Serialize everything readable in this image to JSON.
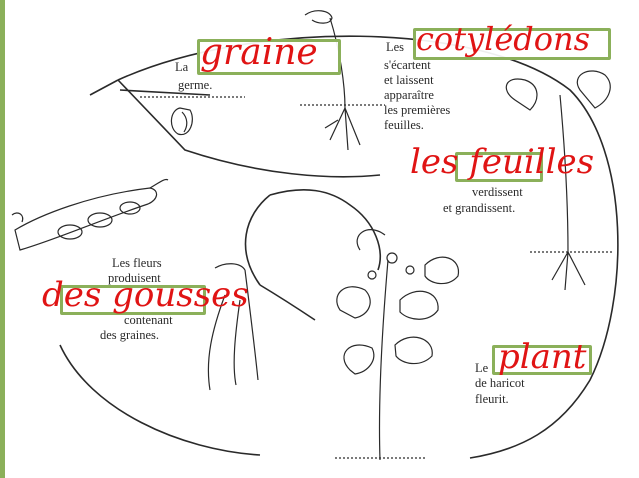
{
  "colors": {
    "handwriting": "#e01414",
    "label_box_border": "#8bb05a",
    "drawing": "#2a2a2a",
    "left_bar": "#8bb05a"
  },
  "stages": [
    {
      "id": "graine",
      "text_before": "La",
      "answer": "graine",
      "text_after": "germe."
    },
    {
      "id": "cotyledons",
      "text_before": "Les",
      "answer": "cotylédons",
      "text_after": [
        "s'écartent",
        "et laissent",
        "apparaître",
        "les premières",
        "feuilles."
      ]
    },
    {
      "id": "feuilles",
      "text_before": "",
      "answer": "les feuilles",
      "text_after": [
        "verdissent",
        "et grandissent."
      ]
    },
    {
      "id": "plant",
      "text_before": "Le",
      "answer": "plant",
      "text_after": [
        "de haricot",
        "fleurit."
      ]
    },
    {
      "id": "gousses",
      "text_before": [
        "Les fleurs",
        "produisent"
      ],
      "answer": "des gousses",
      "text_after": [
        "contenant",
        "des graines."
      ]
    }
  ]
}
